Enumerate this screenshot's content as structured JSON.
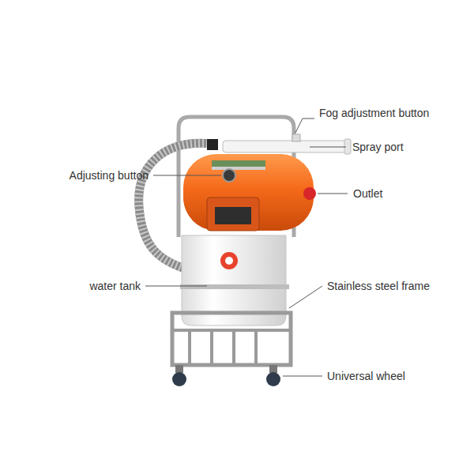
{
  "diagram": {
    "labels": [
      "Fog adjustment button",
      "Spray port",
      "Adjusting button",
      "Outlet",
      "water tank",
      "Stainless steel frame",
      "Universal wheel"
    ]
  }
}
